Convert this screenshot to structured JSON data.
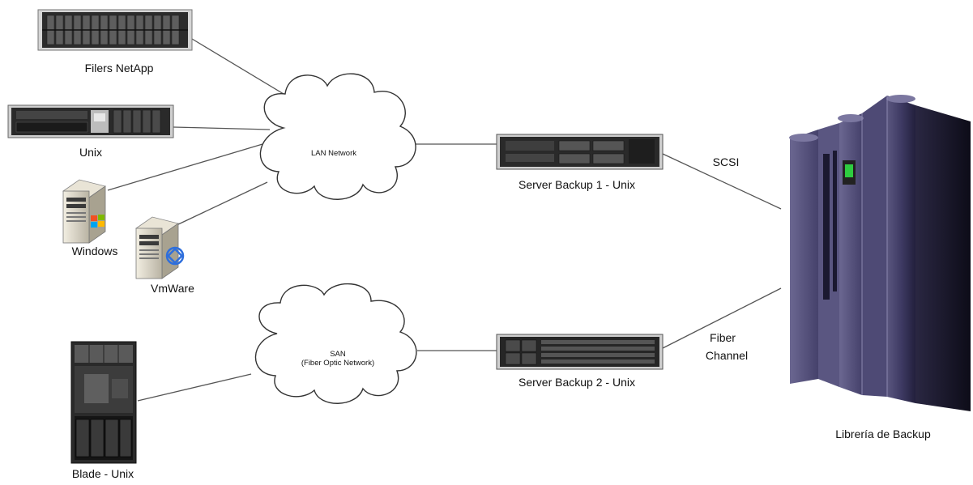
{
  "diagram": {
    "nodes": {
      "filers": {
        "label": "Filers NetApp",
        "icon": "rack-server-icon"
      },
      "unix": {
        "label": "Unix",
        "icon": "rack-server-icon"
      },
      "windows": {
        "label": "Windows",
        "icon": "windows-tower-icon"
      },
      "vmware": {
        "label": "VmWare",
        "icon": "vmware-tower-icon"
      },
      "blade": {
        "label": "Blade - Unix",
        "icon": "blade-chassis-icon"
      },
      "lan": {
        "label": "LAN Network",
        "icon": "cloud-icon"
      },
      "san": {
        "label_line1": "SAN",
        "label_line2": "(Fiber Optic Network)",
        "icon": "cloud-icon"
      },
      "backup1": {
        "label": "Server Backup 1 - Unix",
        "icon": "rack-server-icon"
      },
      "backup2": {
        "label": "Server Backup 2 - Unix",
        "icon": "rack-server-icon"
      },
      "library": {
        "label": "Librería de Backup",
        "icon": "tape-library-icon"
      }
    },
    "edges": {
      "scsi": {
        "label": "SCSI"
      },
      "fiber": {
        "label_line1": "Fiber",
        "label_line2": "Channel"
      }
    },
    "colors": {
      "line": "#555555",
      "server_dark": "#1e1e1e",
      "library": "#3b3760",
      "accent_green": "#2ecc40",
      "vmware_blue": "#2f6fdc"
    }
  }
}
